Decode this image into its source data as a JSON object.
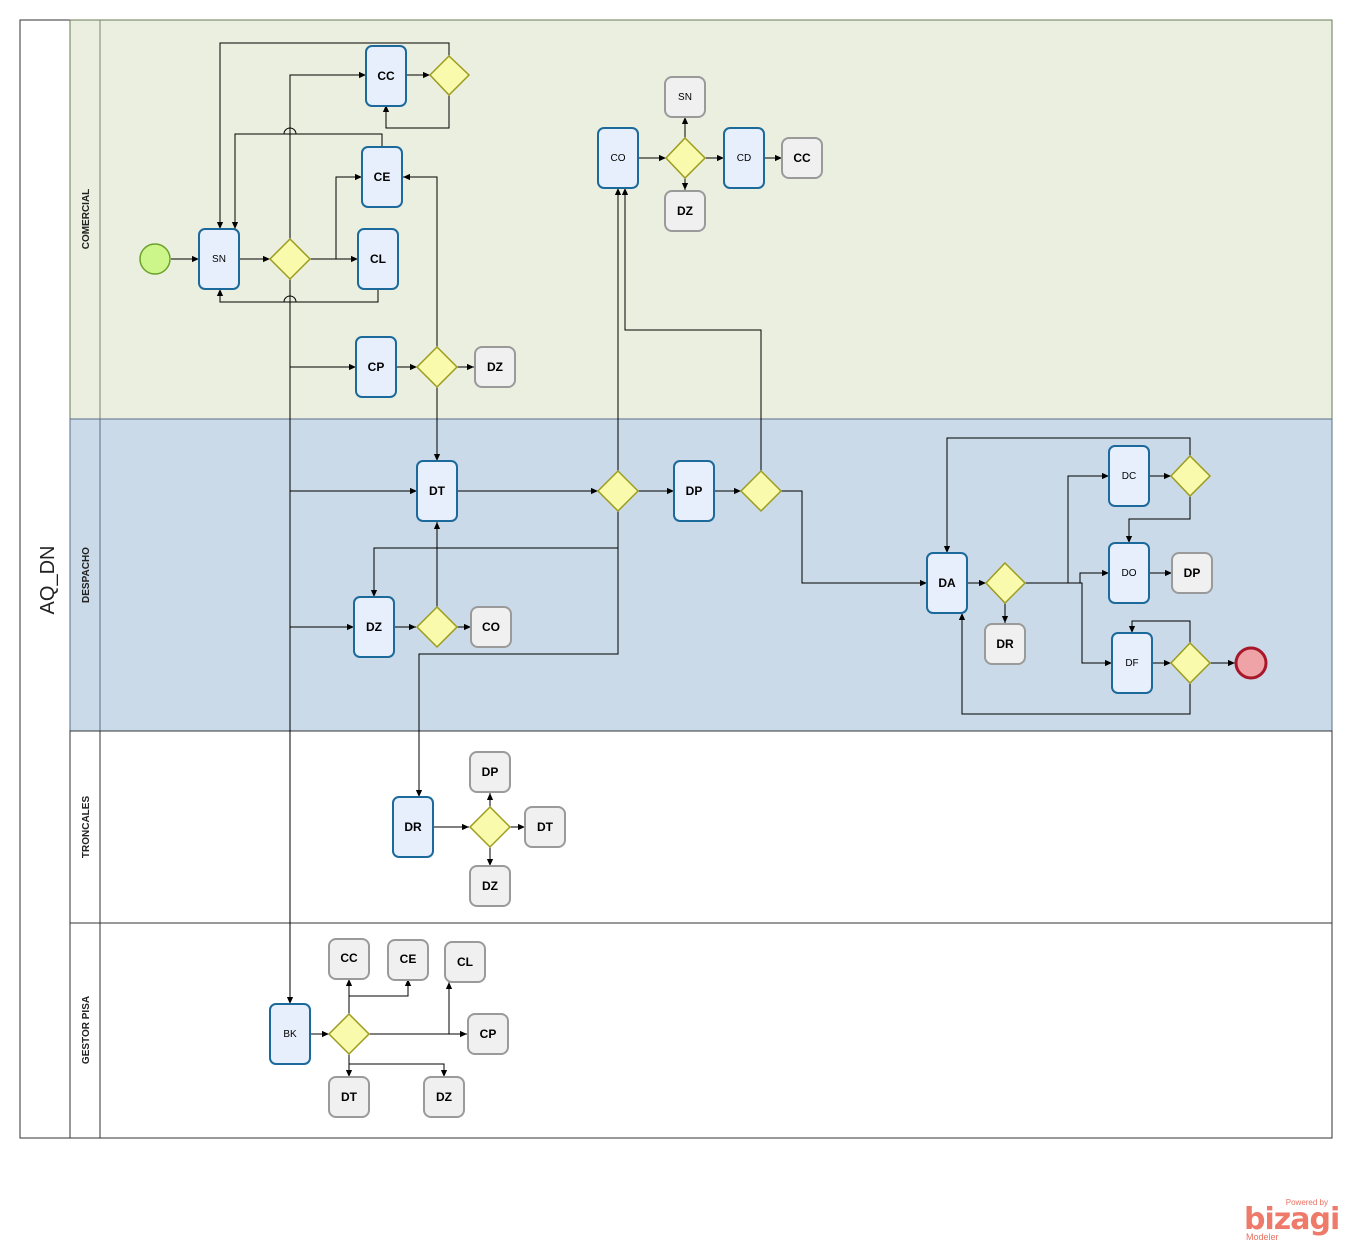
{
  "pool": {
    "name": "AQ_DN"
  },
  "lanes": [
    {
      "id": "comercial",
      "name": "COMERCIAL",
      "color": "#ebefdf"
    },
    {
      "id": "despacho",
      "name": "DESPACHO",
      "color": "#cadae9"
    },
    {
      "id": "troncales",
      "name": "TRONCALES",
      "color": "#ffffff"
    },
    {
      "id": "gestor",
      "name": "GESTOR PISA",
      "color": "#ffffff"
    }
  ],
  "colors": {
    "task_fill": "#e8effc",
    "task_stroke": "#1c6a9c",
    "link_fill": "#f0f0f0",
    "link_stroke": "#9a9a9a",
    "gateway_fill": "#fafaad",
    "gateway_stroke": "#9c9c1e",
    "start_fill": "#ccf58a",
    "start_stroke": "#6ba12a",
    "end_fill": "#f0a3a6",
    "end_stroke": "#a8182a"
  },
  "tasks": [
    {
      "id": "t_cc1",
      "label": "CC"
    },
    {
      "id": "t_ce1",
      "label": "CE"
    },
    {
      "id": "t_sn1",
      "label": "SN"
    },
    {
      "id": "t_cl1",
      "label": "CL"
    },
    {
      "id": "t_cp1",
      "label": "CP"
    },
    {
      "id": "t_co1",
      "label": "CO"
    },
    {
      "id": "t_cd1",
      "label": "CD"
    },
    {
      "id": "t_dt1",
      "label": "DT"
    },
    {
      "id": "t_dp1",
      "label": "DP"
    },
    {
      "id": "t_dz1",
      "label": "DZ"
    },
    {
      "id": "t_da1",
      "label": "DA"
    },
    {
      "id": "t_dc1",
      "label": "DC"
    },
    {
      "id": "t_do1",
      "label": "DO"
    },
    {
      "id": "t_df1",
      "label": "DF"
    },
    {
      "id": "t_dr1",
      "label": "DR"
    },
    {
      "id": "t_bk1",
      "label": "BK"
    }
  ],
  "links": [
    {
      "id": "l_dz1",
      "label": "DZ"
    },
    {
      "id": "l_sn1",
      "label": "SN"
    },
    {
      "id": "l_dz2",
      "label": "DZ"
    },
    {
      "id": "l_cc1",
      "label": "CC"
    },
    {
      "id": "l_co1",
      "label": "CO"
    },
    {
      "id": "l_dp1",
      "label": "DP"
    },
    {
      "id": "l_dr1",
      "label": "DR"
    },
    {
      "id": "l_dp2",
      "label": "DP"
    },
    {
      "id": "l_dt1",
      "label": "DT"
    },
    {
      "id": "l_dz3",
      "label": "DZ"
    },
    {
      "id": "l_cc2",
      "label": "CC"
    },
    {
      "id": "l_ce1",
      "label": "CE"
    },
    {
      "id": "l_cl1",
      "label": "CL"
    },
    {
      "id": "l_cp1",
      "label": "CP"
    },
    {
      "id": "l_dt2",
      "label": "DT"
    },
    {
      "id": "l_dz4",
      "label": "DZ"
    }
  ],
  "watermark": {
    "powered": "Powered by",
    "brand": "bizagi",
    "product": "Modeler"
  }
}
